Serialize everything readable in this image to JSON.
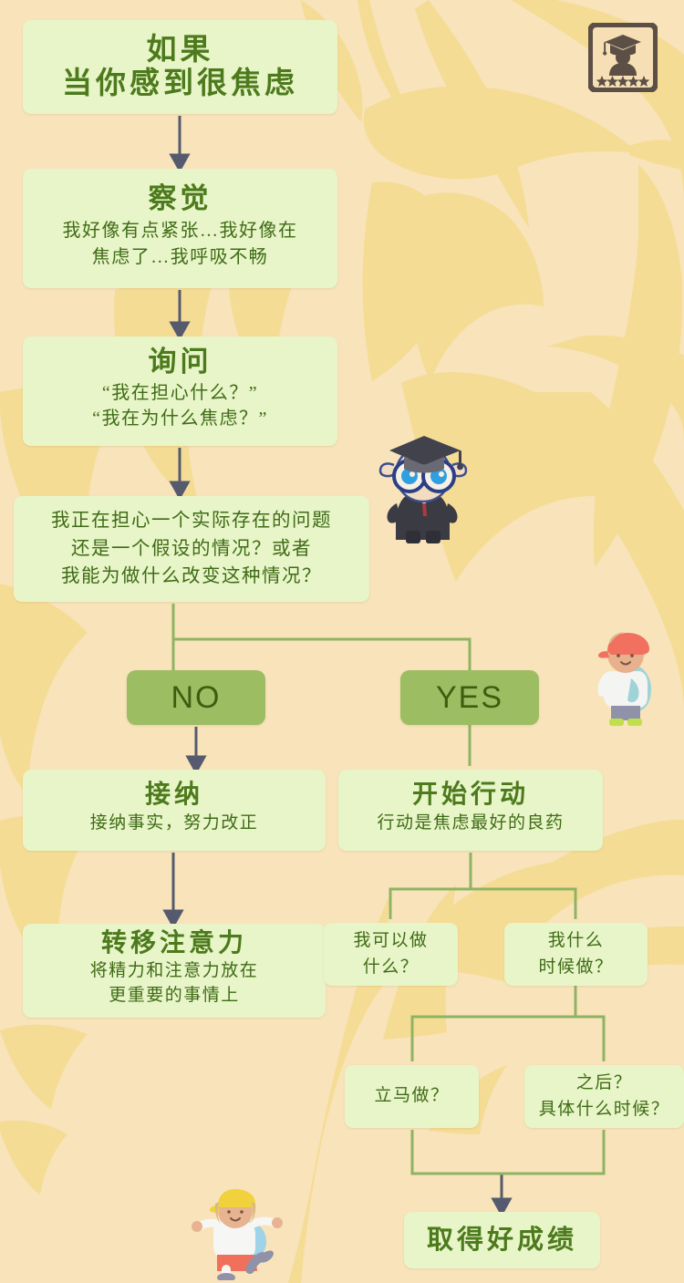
{
  "meta": {
    "palette": {
      "background": "#f8e3bb",
      "leaf_watermark": "#f5dc95",
      "node_fill": "#e8f5c8",
      "node_text": "#3f6b17",
      "title_text": "#4c7a1c",
      "chip_fill": "#9dbd63",
      "chip_text": "#3f5d10",
      "arrow_dark": "#555a6e",
      "arrow_green": "#8eb463",
      "badge_frame": "#5c5046"
    }
  },
  "badge": {
    "name": "graduate-badge",
    "icon": "graduate-cap-person-icon",
    "stars": 5
  },
  "mascots": [
    {
      "name": "graduate-glasses-mascot",
      "icon": "graduate-with-glasses-icon"
    },
    {
      "name": "boy-with-backpack-mascot",
      "icon": "boy-red-cap-backpack-icon"
    },
    {
      "name": "running-kid-mascot",
      "icon": "kid-yellow-cap-running-icon"
    }
  ],
  "flow": {
    "start": {
      "title_line1": "如果",
      "title_line2": "当你感到很焦虑"
    },
    "aware": {
      "title": "察觉",
      "line1": "我好像有点紧张…我好像在",
      "line2": "焦虑了…我呼吸不畅"
    },
    "ask": {
      "title": "询问",
      "line1": "“我在担心什么？”",
      "line2": "“我在为什么焦虑？”"
    },
    "decide": {
      "line1": "我正在担心一个实际存在的问题",
      "line2": "还是一个假设的情况？或者",
      "line3": "我能为做什么改变这种情况？"
    },
    "chip_no": "NO",
    "chip_yes": "YES",
    "accept": {
      "title": "接纳",
      "line1": "接纳事实，努力改正"
    },
    "act": {
      "title": "开始行动",
      "line1": "行动是焦虑最好的良药"
    },
    "shift": {
      "title": "转移注意力",
      "line1": "将精力和注意力放在",
      "line2": "更重要的事情上"
    },
    "what": {
      "line1": "我可以做",
      "line2": "什么？"
    },
    "when": {
      "line1": "我什么",
      "line2": "时候做？"
    },
    "now": {
      "line1": "立马做？"
    },
    "later": {
      "line1": "之后？",
      "line2": "具体什么时候？"
    },
    "result": {
      "title": "取得好成绩"
    }
  }
}
